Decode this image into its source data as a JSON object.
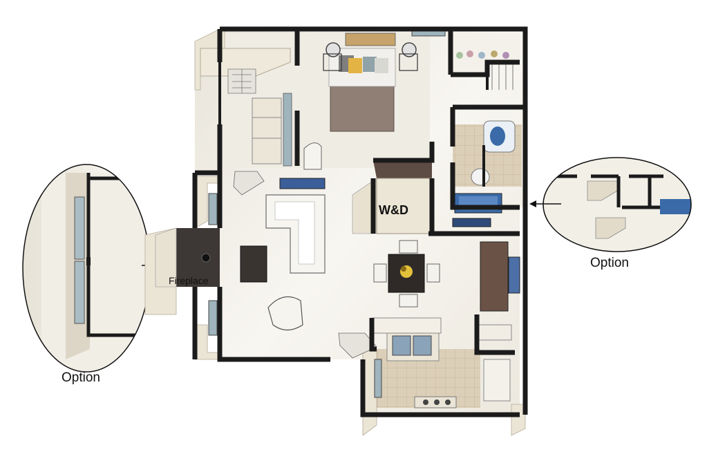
{
  "labels": {
    "option_left": "Option",
    "option_right": "Option",
    "fireplace": "Fireplace",
    "washer_dryer": "W&D"
  },
  "colors": {
    "wall": "#1b1b1b",
    "wall_top": "#f1ece0",
    "floor": "#f3f0e8",
    "tile": "#d9ccb4",
    "bed": "#8f7f74",
    "counter": "#6a5346",
    "fireplace": "#3d3835",
    "tub": "#3a6aa8",
    "rug": "#f7f5f0",
    "window": "#9fb4bd"
  }
}
